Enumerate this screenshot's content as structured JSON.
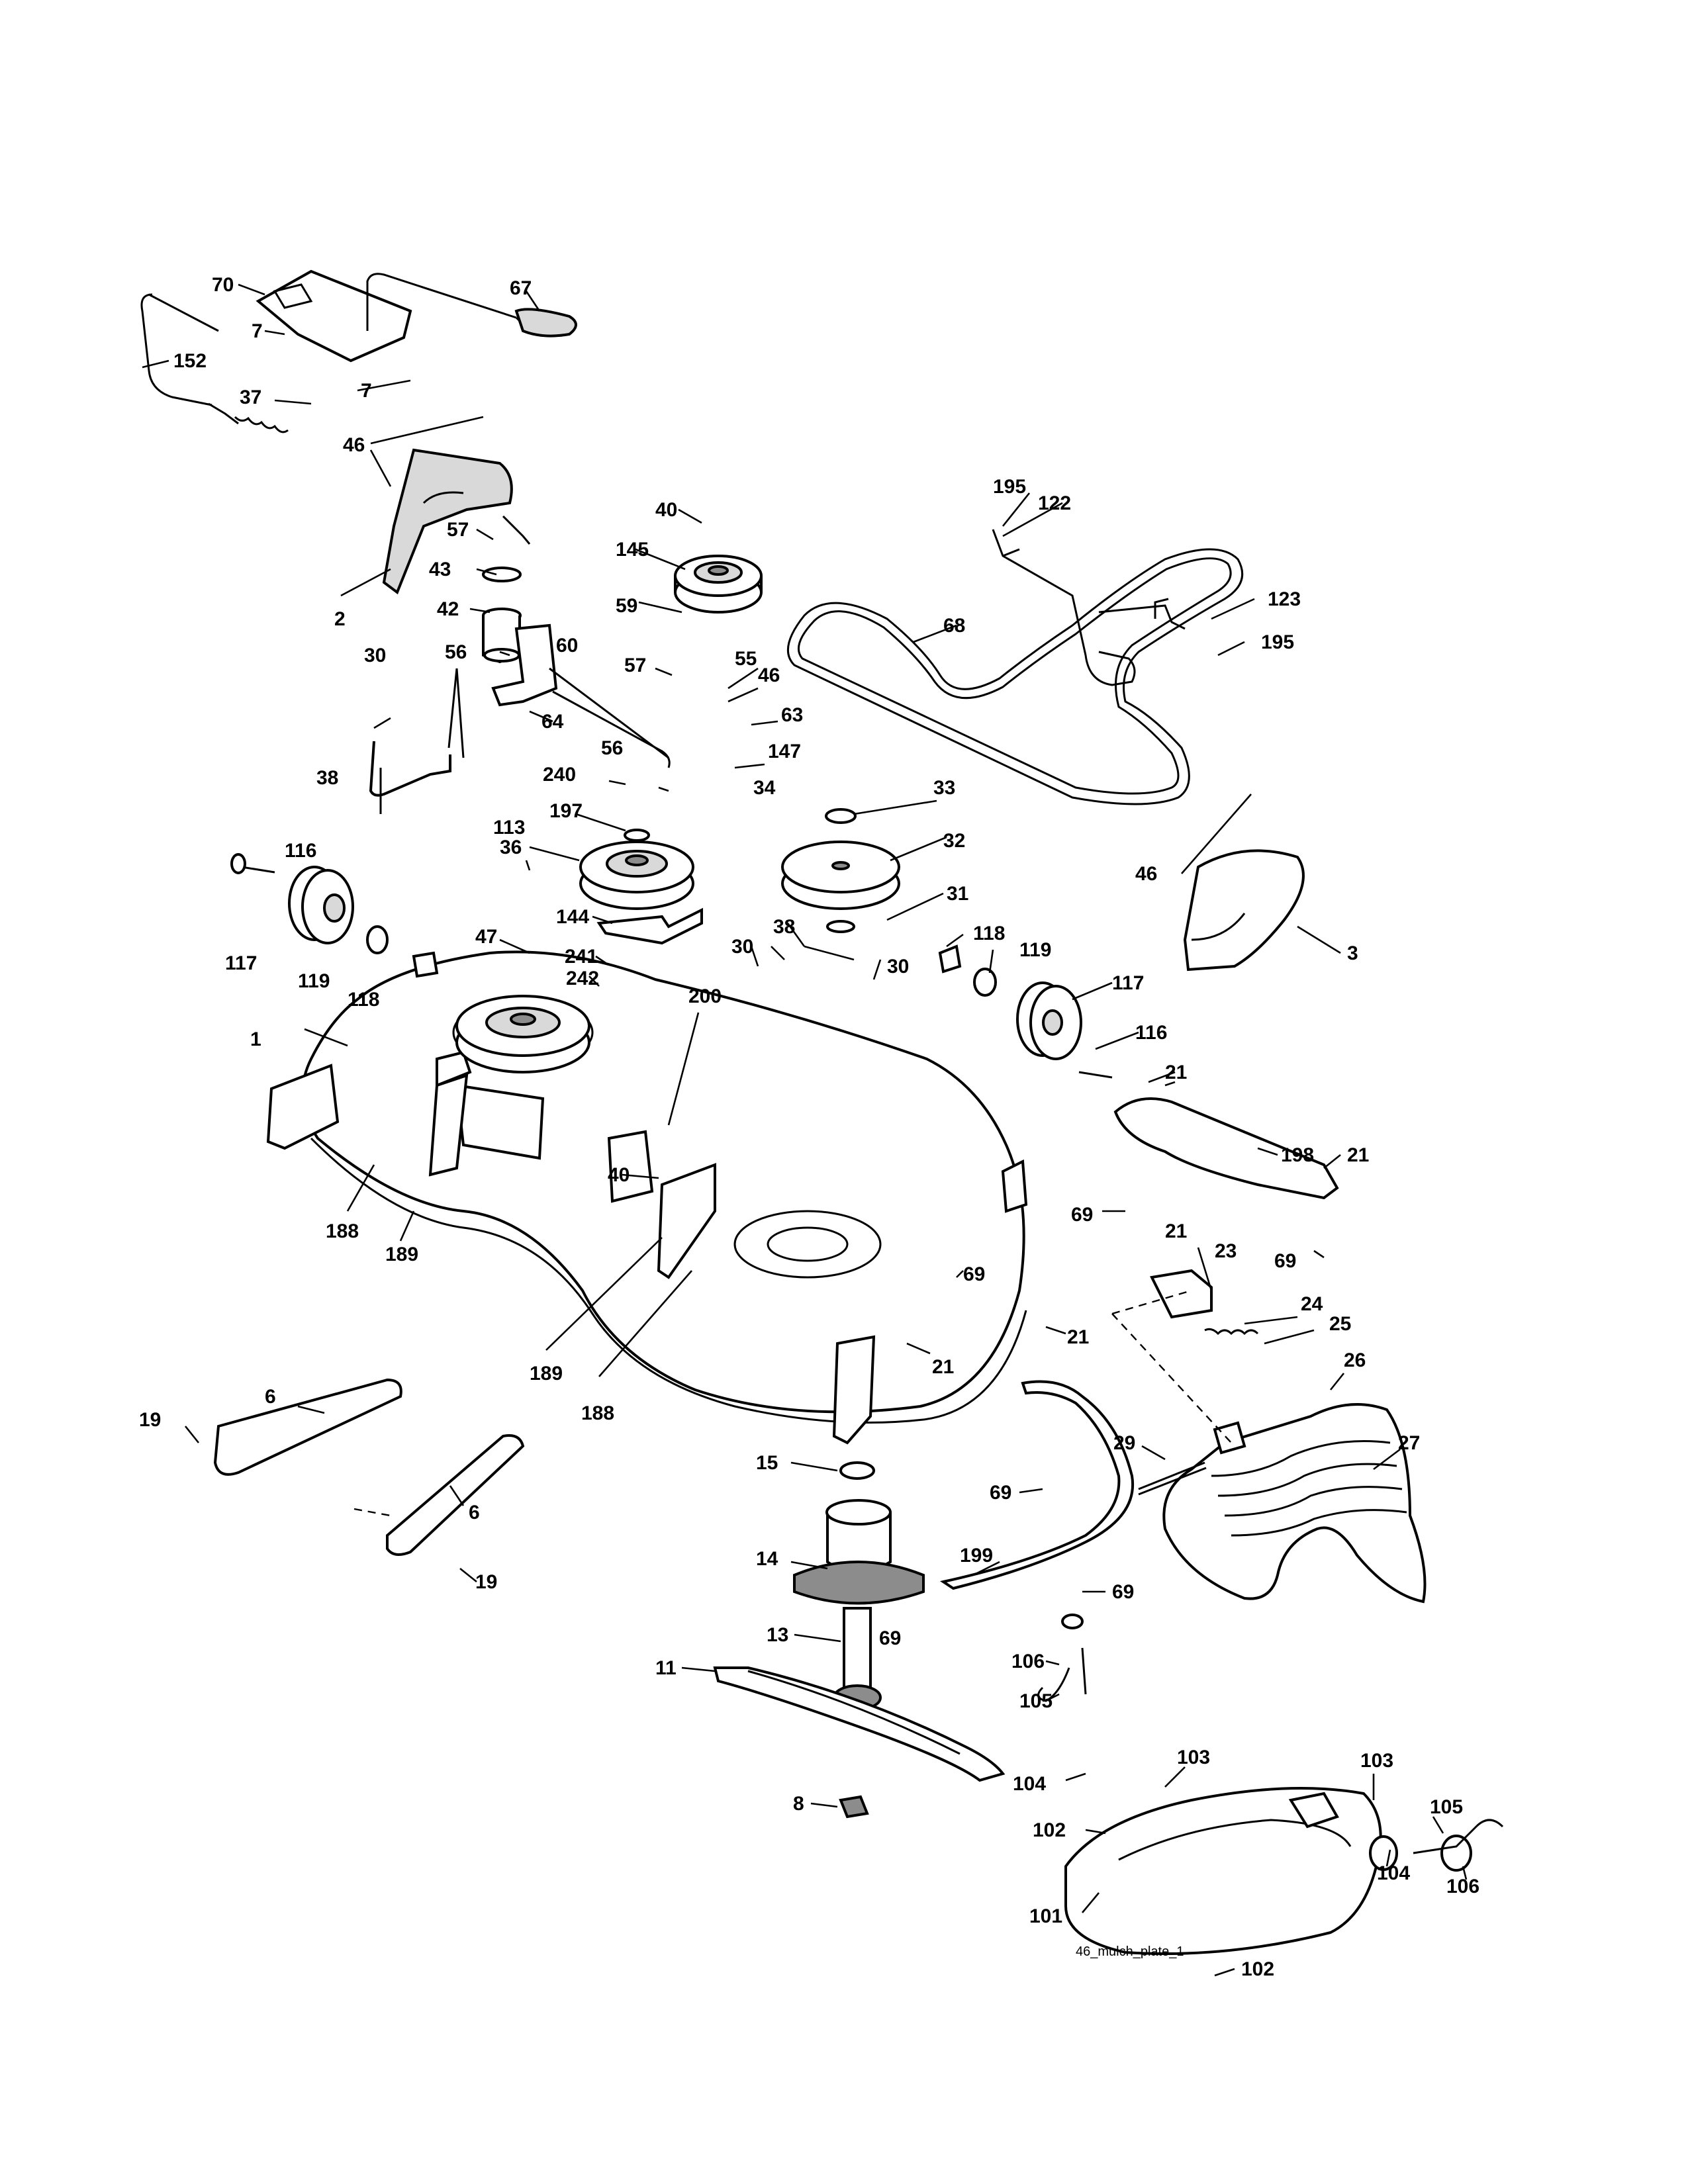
{
  "diagram": {
    "caption": "46_mulch_plate_1",
    "callouts": [
      "70",
      "67",
      "7",
      "7",
      "152",
      "37",
      "46",
      "57",
      "43",
      "42",
      "2",
      "56",
      "60",
      "30",
      "38",
      "64",
      "40",
      "145",
      "59",
      "57",
      "55",
      "46",
      "63",
      "240",
      "56",
      "147",
      "34",
      "197",
      "36",
      "113",
      "144",
      "47",
      "241",
      "242",
      "116",
      "117",
      "119",
      "118",
      "33",
      "32",
      "31",
      "38",
      "30",
      "30",
      "200",
      "1",
      "40",
      "188",
      "189",
      "189",
      "188",
      "195",
      "122",
      "68",
      "123",
      "195",
      "46",
      "3",
      "118",
      "119",
      "117",
      "116",
      "21",
      "198",
      "21",
      "69",
      "69",
      "21",
      "23",
      "69",
      "24",
      "25",
      "21",
      "21",
      "26",
      "19",
      "6",
      "6",
      "19",
      "15",
      "14",
      "13",
      "11",
      "8",
      "69",
      "29",
      "27",
      "199",
      "69",
      "69",
      "106",
      "105",
      "104",
      "102",
      "103",
      "103",
      "101",
      "105",
      "104",
      "106",
      "102"
    ]
  }
}
